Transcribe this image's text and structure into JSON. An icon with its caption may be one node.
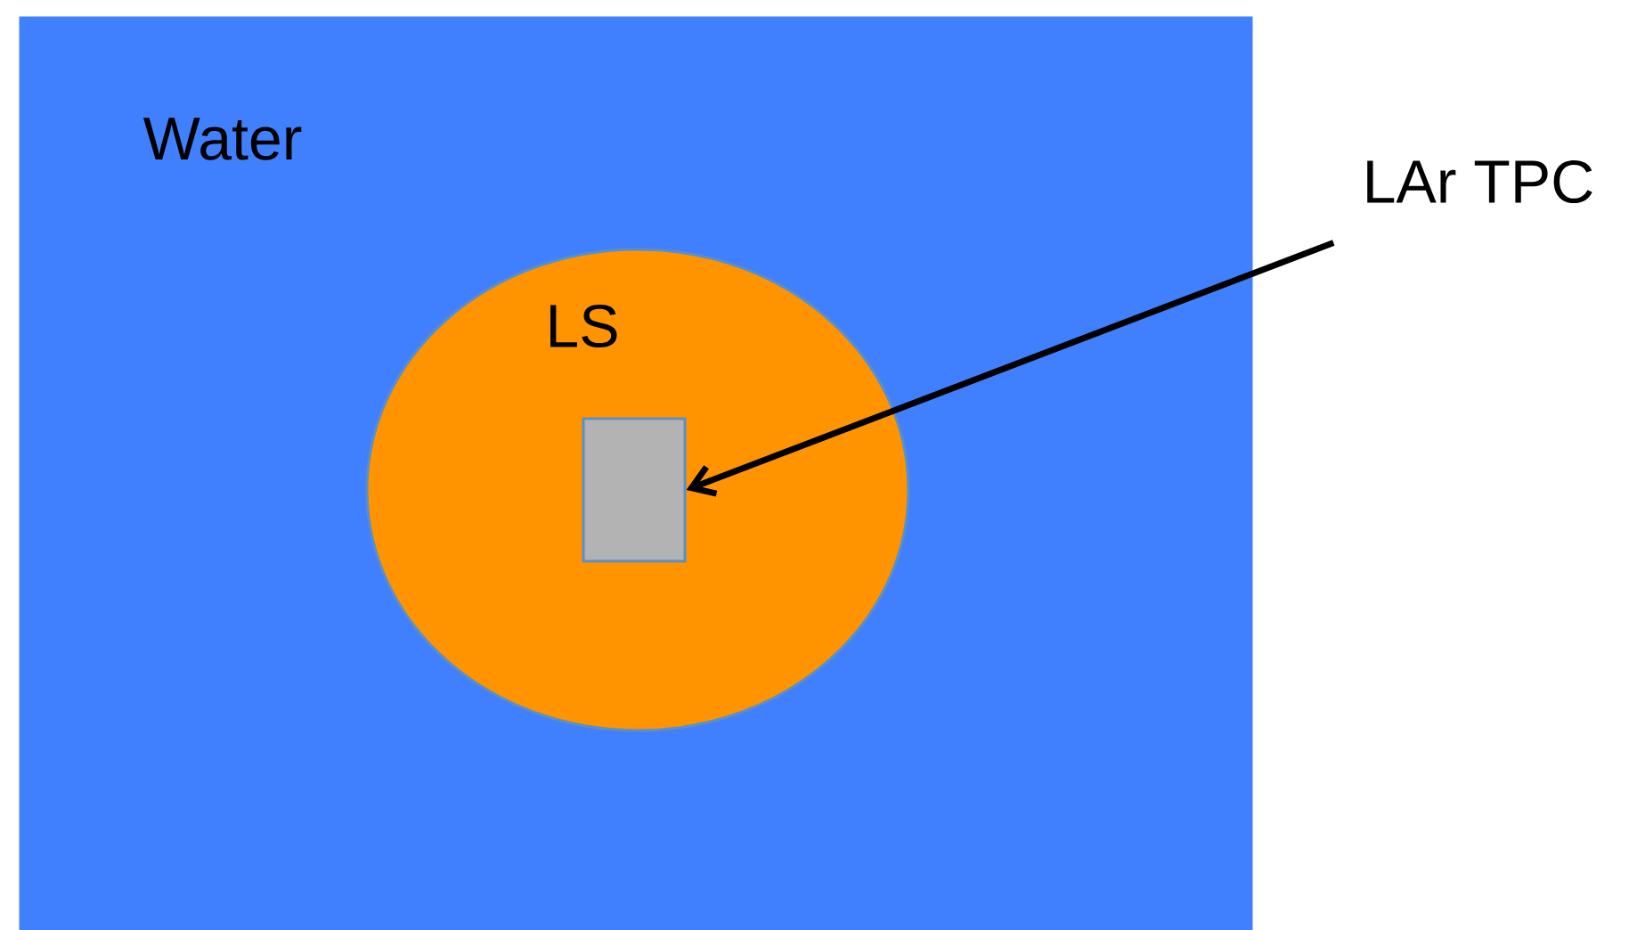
{
  "diagram": {
    "nodes": [
      {
        "text": [
          "Water"
        ]
      },
      {
        "text": [
          "LS"
        ],
        "in": 0
      },
      {
        "text": [],
        "shape": "box",
        "in": 1
      },
      {
        "text": [
          "LAr TPC"
        ]
      }
    ],
    "edges": [
      {
        "from": 3,
        "to": 2,
        "arrow": "to"
      }
    ]
  }
}
